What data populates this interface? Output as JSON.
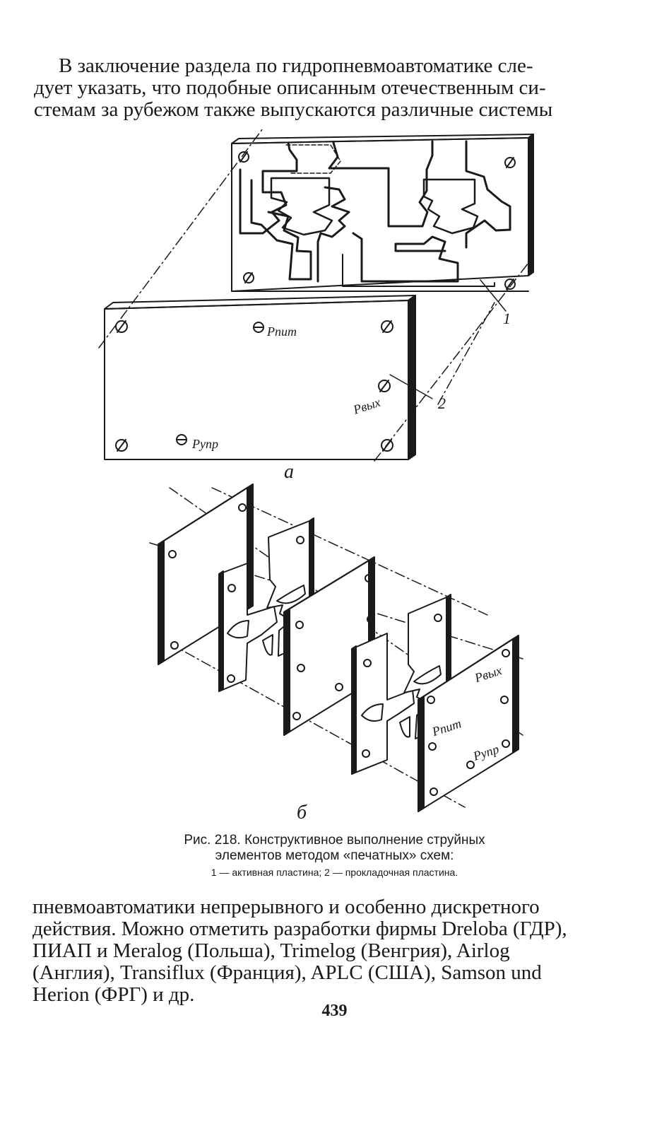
{
  "text_top": [
    "В заключение раздела по гидропневмоавтоматике сле-",
    "дует указать, что подобные описанным отечественным си-",
    "стемам за рубежом также выпускаются различные системы"
  ],
  "figure": {
    "labels": {
      "p_pit": "Pпит",
      "p_vyh": "Pвых",
      "p_upr": "Pупр",
      "callout_1": "1",
      "callout_2": "2",
      "sub_a": "а",
      "sub_b": "б"
    }
  },
  "caption": {
    "line1": "Рис. 218. Конструктивное выполнение струйных",
    "line2": "элементов методом «печатных» схем:",
    "line3": "1 — активная пластина; 2 — прокладочная пластина."
  },
  "text_bottom": [
    "пневмоавтоматики непрерывного и особенно дискретного",
    "действия. Можно отметить разработки фирмы Dreloba (ГДР),",
    "ПИАП и Meralog (Польша), Trimelog (Венгрия), Airlog",
    "(Англия), Transiflux (Франция), APLC (США), Samson und",
    "Herion (ФРГ) и др."
  ],
  "page_number": "439"
}
